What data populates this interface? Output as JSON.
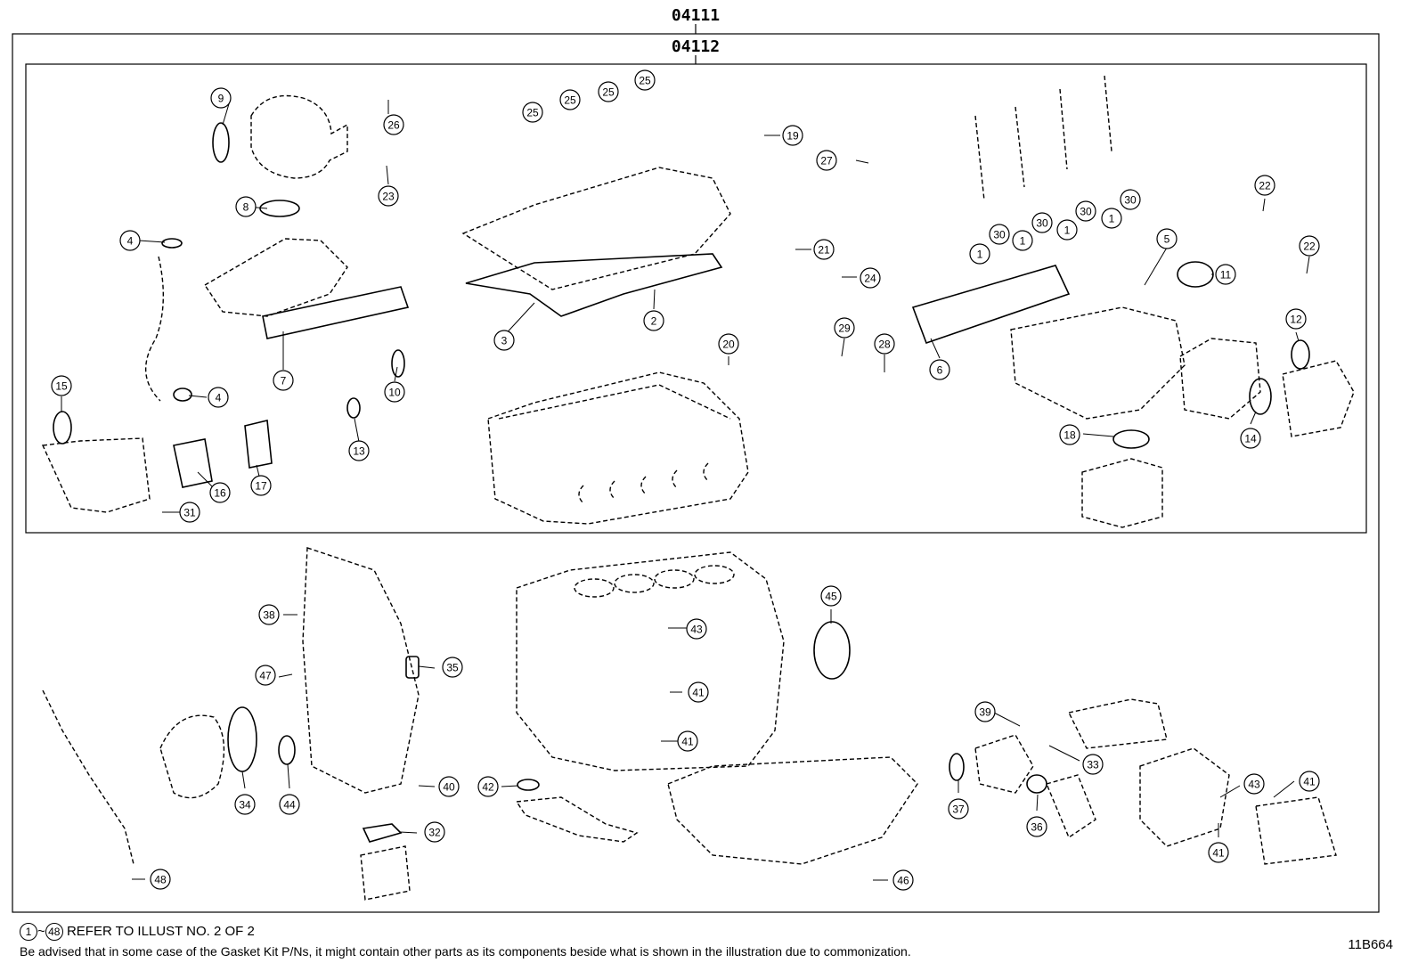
{
  "header": {
    "outer_kit": "04111",
    "inner_kit": "04112"
  },
  "callouts": [
    {
      "num": "1"
    },
    {
      "num": "2"
    },
    {
      "num": "3"
    },
    {
      "num": "4"
    },
    {
      "num": "5"
    },
    {
      "num": "6"
    },
    {
      "num": "8"
    },
    {
      "num": "9"
    },
    {
      "num": "10"
    },
    {
      "num": "11"
    },
    {
      "num": "12"
    },
    {
      "num": "13"
    },
    {
      "num": "14"
    },
    {
      "num": "15"
    },
    {
      "num": "16"
    },
    {
      "num": "17"
    },
    {
      "num": "18"
    },
    {
      "num": "19"
    },
    {
      "num": "20"
    },
    {
      "num": "21"
    },
    {
      "num": "22"
    },
    {
      "num": "23"
    },
    {
      "num": "24"
    },
    {
      "num": "25"
    },
    {
      "num": "26"
    },
    {
      "num": "27"
    },
    {
      "num": "28"
    },
    {
      "num": "29"
    },
    {
      "num": "30"
    },
    {
      "num": "31"
    },
    {
      "num": "32"
    },
    {
      "num": "33"
    },
    {
      "num": "34"
    },
    {
      "num": "35"
    },
    {
      "num": "36"
    },
    {
      "num": "37"
    },
    {
      "num": "38"
    },
    {
      "num": "39"
    },
    {
      "num": "40"
    },
    {
      "num": "41"
    },
    {
      "num": "42"
    },
    {
      "num": "43"
    },
    {
      "num": "44"
    },
    {
      "num": "45"
    },
    {
      "num": "46"
    },
    {
      "num": "47"
    },
    {
      "num": "48"
    },
    {
      "num": "7"
    }
  ],
  "footer": {
    "range_start": "1",
    "range_sep": "~",
    "range_end": "48",
    "refer_text": "REFER TO ILLUST NO. 2 OF 2",
    "disclaimer": "Be advised that in some case of the Gasket Kit P/Ns,  it might contain other parts as its components beside what is shown in the illustration due to commonization.",
    "illustration_code": "11B664"
  }
}
